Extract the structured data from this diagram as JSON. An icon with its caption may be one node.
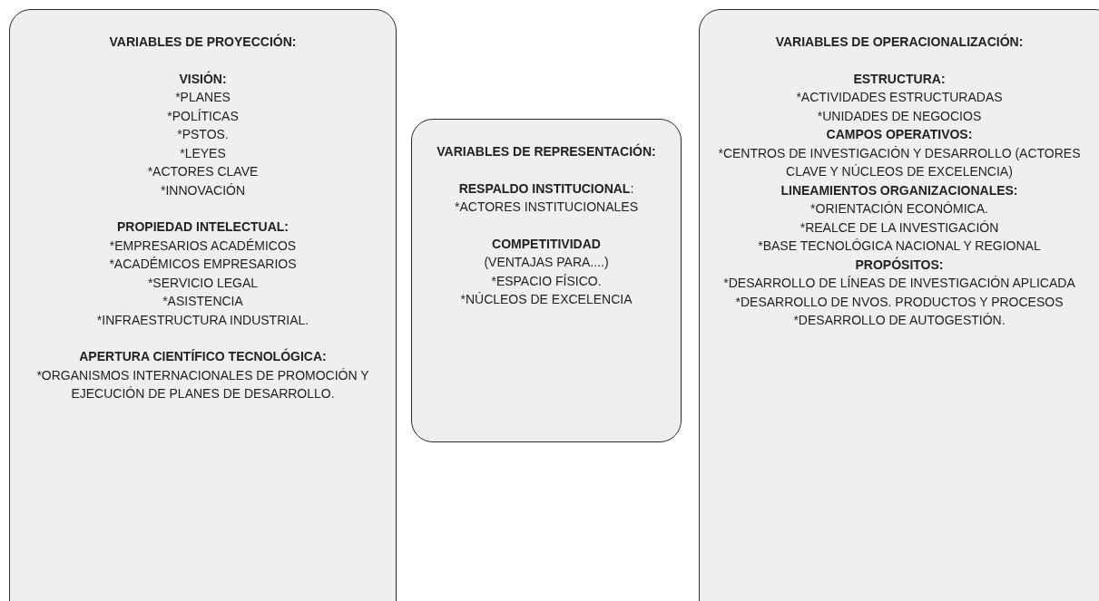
{
  "diagram": {
    "nodes": [
      {
        "text": [
          "VARIABLES DE PROYECCIÓN:",
          "VISIÓN:",
          "*PLANES",
          "*POLÍTICAS",
          "*PSTOS.",
          "*LEYES",
          "*ACTORES CLAVE",
          "*INNOVACIÓN",
          "PROPIEDAD INTELECTUAL:",
          "*EMPRESARIOS ACADÉMICOS",
          "*ACADÉMICOS EMPRESARIOS",
          "*SERVICIO LEGAL",
          "*ASISTENCIA",
          "*INFRAESTRUCTURA INDUSTRIAL.",
          "APERTURA CIENTÍFICO TECNOLÓGICA:",
          "*ORGANISMOS INTERNACIONALES DE PROMOCIÓN Y EJECUCIÓN DE PLANES DE DESARROLLO."
        ]
      },
      {
        "text": [
          "VARIABLES DE REPRESENTACIÓN:",
          "**RESPALDO INSTITUCIONAL**:",
          "*ACTORES INSTITUCIONALES",
          "COMPETITIVIDAD",
          "(VENTAJAS PARA....)",
          "*ESPACIO FÍSICO.",
          "*NÚCLEOS DE EXCELENCIA"
        ]
      },
      {
        "text": [
          "VARIABLES DE OPERACIONALIZACIÓN:",
          "ESTRUCTURA:",
          "*ACTIVIDADES ESTRUCTURADAS",
          "*UNIDADES DE NEGOCIOS",
          "CAMPOS OPERATIVOS:",
          "*CENTROS DE INVESTIGACIÓN Y DESARROLLO (ACTORES CLAVE Y NÚCLEOS DE EXCELENCIA)",
          "LINEAMIENTOS ORGANIZACIONALES:",
          "*ORIENTACIÓN ECONÓMICA.",
          "*REALCE DE LA INVESTIGACIÓN",
          "*BASE TECNOLÓGICA NACIONAL Y REGIONAL",
          "PROPÓSITOS:",
          "*DESARROLLO DE LÍNEAS DE INVESTIGACIÓN APLICADA",
          "*DESARROLLO DE NVOS. PRODUCTOS Y PROCESOS",
          "*DESARROLLO DE AUTOGESTIÓN."
        ]
      }
    ]
  }
}
